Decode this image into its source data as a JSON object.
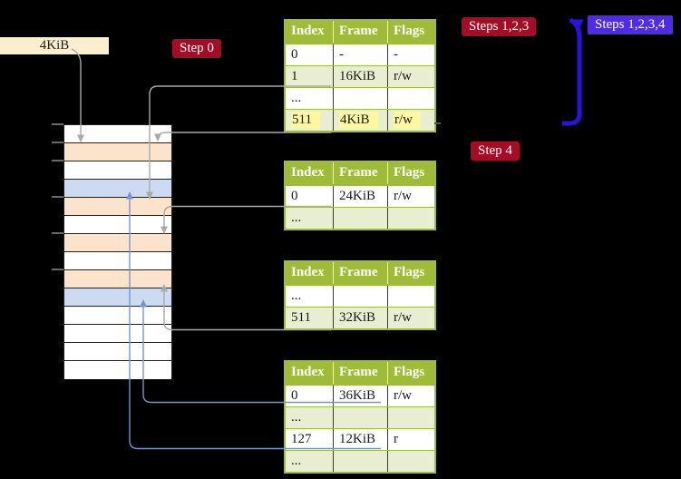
{
  "colors": {
    "bg": "#000000",
    "table-header": "#9fbb3a",
    "table-border": "#a0bc3e",
    "row-green": "#e9eed2",
    "highlight-yellow": "#fdf7a0",
    "cream": "#fbf0cd",
    "red-label": "#a60c26",
    "blue-label": "#4f2ae8",
    "blue-arrow": "#2a12dd",
    "blue-line": "#7596cc",
    "gray-line": "#a9a9a9",
    "peach": "#fbe3cc",
    "blue-row": "#ccdbf1",
    "cell-text": "#1a1a1a",
    "tick": "#8c8c8c"
  },
  "labels": {
    "frame_size": "4KiB",
    "step0": "Step 0",
    "steps123": "Steps 1,2,3",
    "steps1234": "Steps 1,2,3,4",
    "step4": "Step 4"
  },
  "tables": [
    {
      "name": "page-table-1",
      "headers": [
        "Index",
        "Frame",
        "Flags"
      ],
      "rows": [
        {
          "cells": [
            "0",
            "-",
            "-"
          ]
        },
        {
          "cells": [
            "1",
            "16KiB",
            "r/w"
          ]
        },
        {
          "cells": [
            "...",
            "",
            ""
          ]
        },
        {
          "cells": [
            "511",
            "4KiB",
            "r/w"
          ],
          "highlighted": true
        }
      ]
    },
    {
      "name": "page-table-2",
      "headers": [
        "Index",
        "Frame",
        "Flags"
      ],
      "rows": [
        {
          "cells": [
            "0",
            "24KiB",
            "r/w"
          ]
        },
        {
          "cells": [
            "...",
            "",
            ""
          ]
        }
      ]
    },
    {
      "name": "page-table-3",
      "headers": [
        "Index",
        "Frame",
        "Flags"
      ],
      "rows": [
        {
          "cells": [
            "...",
            "",
            ""
          ]
        },
        {
          "cells": [
            "511",
            "32KiB",
            "r/w"
          ]
        }
      ]
    },
    {
      "name": "page-table-4",
      "headers": [
        "Index",
        "Frame",
        "Flags"
      ],
      "rows": [
        {
          "cells": [
            "0",
            "36KiB",
            "r/w"
          ]
        },
        {
          "cells": [
            "...",
            "",
            ""
          ]
        },
        {
          "cells": [
            "127",
            "12KiB",
            "r"
          ]
        },
        {
          "cells": [
            "...",
            "",
            ""
          ]
        }
      ]
    }
  ],
  "memory": {
    "rows": [
      "white",
      "peach",
      "white",
      "blue",
      "peach",
      "white",
      "peach",
      "white",
      "peach",
      "blue",
      "white",
      "white",
      "white",
      "white"
    ]
  }
}
